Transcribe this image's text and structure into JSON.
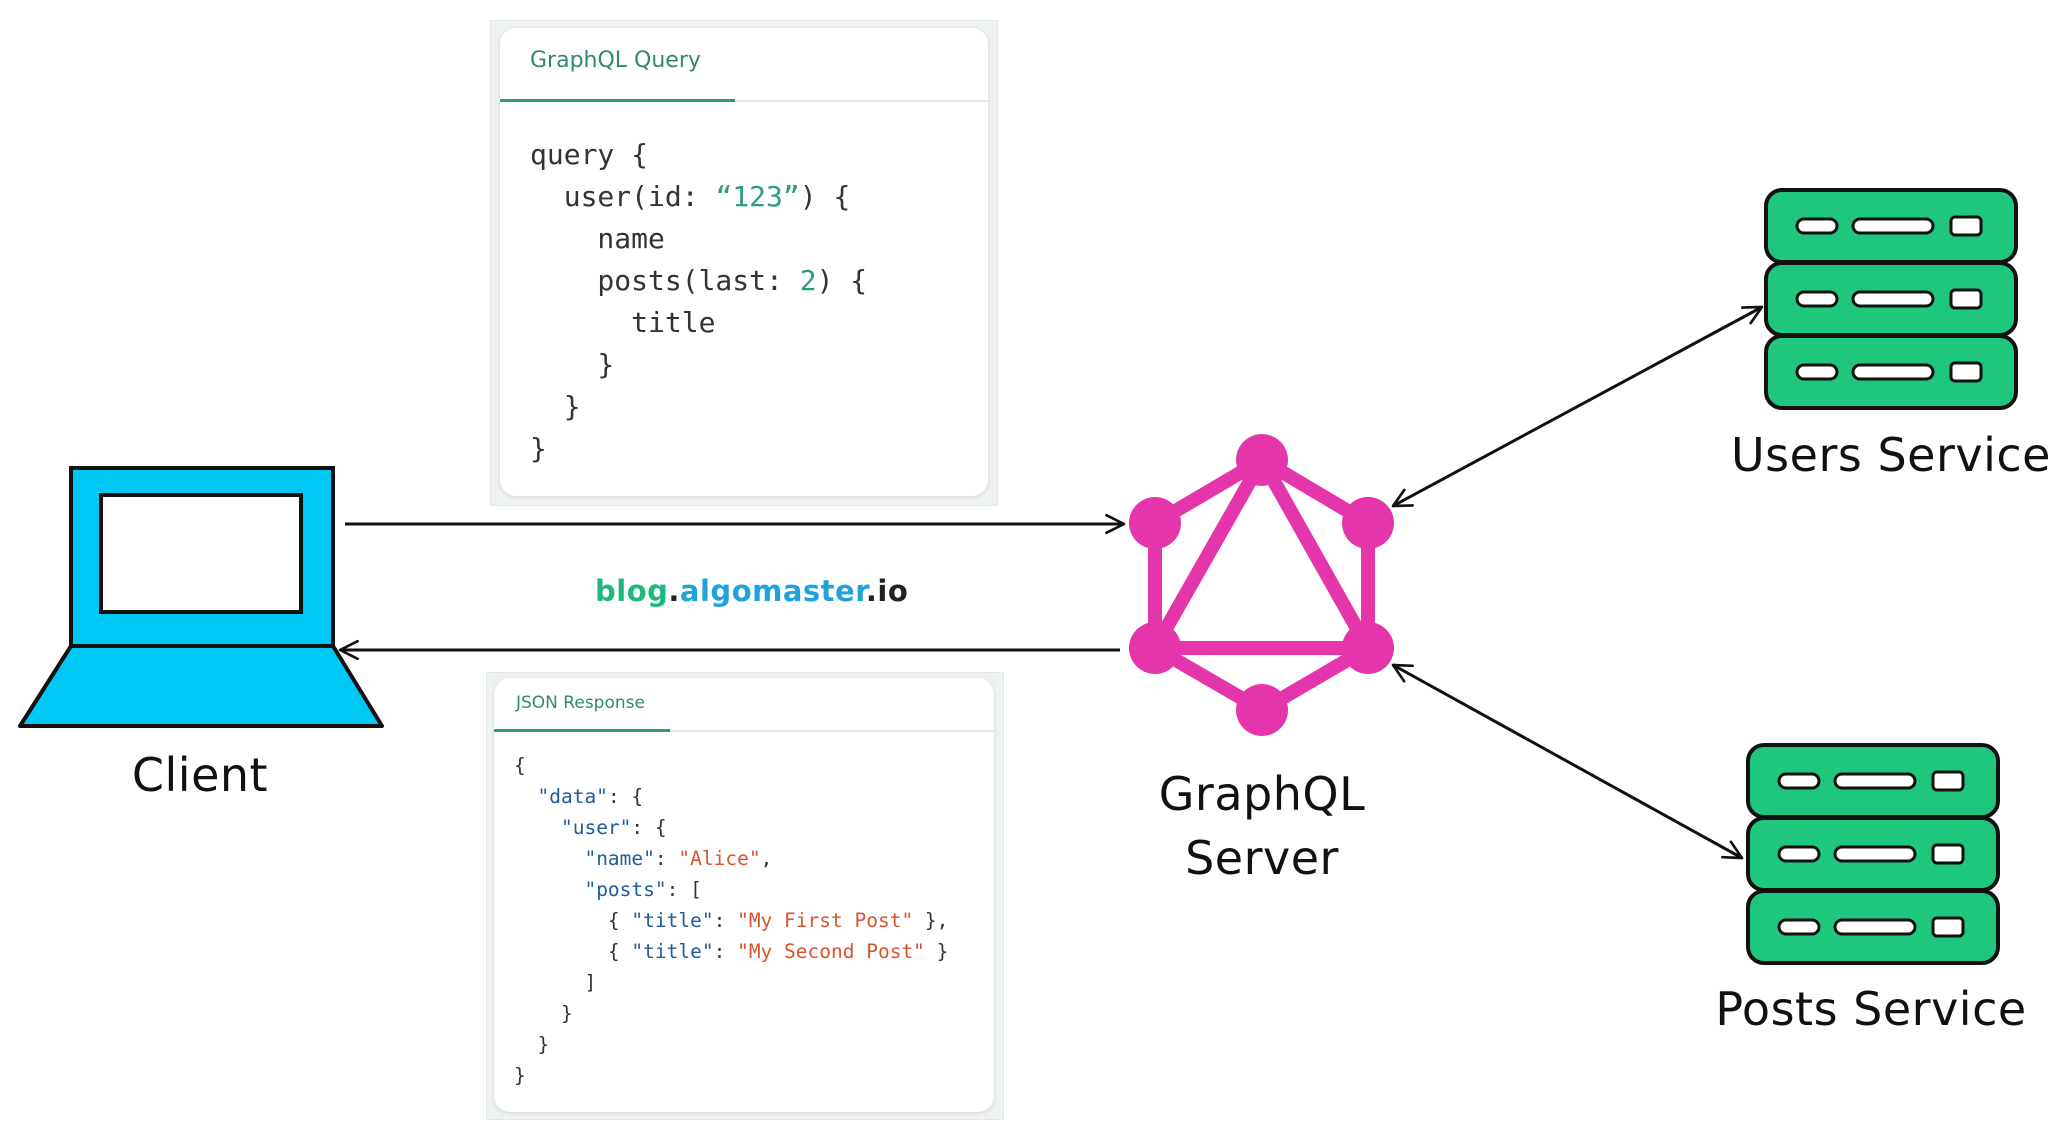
{
  "query_panel": {
    "tab_label": "GraphQL Query",
    "lines": [
      [
        {
          "t": "query {"
        }
      ],
      [
        {
          "t": "  user(id: "
        },
        {
          "t": "“123”",
          "c": "num"
        },
        {
          "t": ") {"
        }
      ],
      [
        {
          "t": "    name"
        }
      ],
      [
        {
          "t": "    posts(last: "
        },
        {
          "t": "2",
          "c": "num"
        },
        {
          "t": ") {"
        }
      ],
      [
        {
          "t": "      title"
        }
      ],
      [
        {
          "t": "    }"
        }
      ],
      [
        {
          "t": "  }"
        }
      ],
      [
        {
          "t": "}"
        }
      ]
    ]
  },
  "response_panel": {
    "tab_label": "JSON Response",
    "lines": [
      [
        {
          "t": "{"
        }
      ],
      [
        {
          "t": "  "
        },
        {
          "t": "\"data\"",
          "c": "key"
        },
        {
          "t": ": {"
        }
      ],
      [
        {
          "t": "    "
        },
        {
          "t": "\"user\"",
          "c": "key"
        },
        {
          "t": ": {"
        }
      ],
      [
        {
          "t": "      "
        },
        {
          "t": "\"name\"",
          "c": "key"
        },
        {
          "t": ": "
        },
        {
          "t": "\"Alice\"",
          "c": "str"
        },
        {
          "t": ","
        }
      ],
      [
        {
          "t": "      "
        },
        {
          "t": "\"posts\"",
          "c": "key"
        },
        {
          "t": ": ["
        }
      ],
      [
        {
          "t": "        { "
        },
        {
          "t": "\"title\"",
          "c": "key"
        },
        {
          "t": ": "
        },
        {
          "t": "\"My First Post\"",
          "c": "str"
        },
        {
          "t": " },"
        }
      ],
      [
        {
          "t": "        { "
        },
        {
          "t": "\"title\"",
          "c": "key"
        },
        {
          "t": ": "
        },
        {
          "t": "\"My Second Post\"",
          "c": "str"
        },
        {
          "t": " }"
        }
      ],
      [
        {
          "t": "      ]"
        }
      ],
      [
        {
          "t": "    }"
        }
      ],
      [
        {
          "t": "  }"
        }
      ],
      [
        {
          "t": "}"
        }
      ]
    ]
  },
  "brand": {
    "part1": "blog",
    "dot1": ".",
    "part2": "algomaster",
    "dot2": ".",
    "part3": "io"
  },
  "labels": {
    "client": "Client",
    "server_line1": "GraphQL",
    "server_line2": "Server",
    "users_service": "Users Service",
    "posts_service": "Posts Service"
  },
  "colors": {
    "laptop": "#00c8f5",
    "graphql": "#e535ab",
    "server": "#1fc77e",
    "brand_green": "#1db97a",
    "brand_blue": "#1fa3d9",
    "brand_dark": "#222222"
  },
  "icons": {
    "client": "laptop-icon",
    "graphql": "graphql-logo-icon",
    "users": "server-stack-icon",
    "posts": "server-stack-icon"
  }
}
